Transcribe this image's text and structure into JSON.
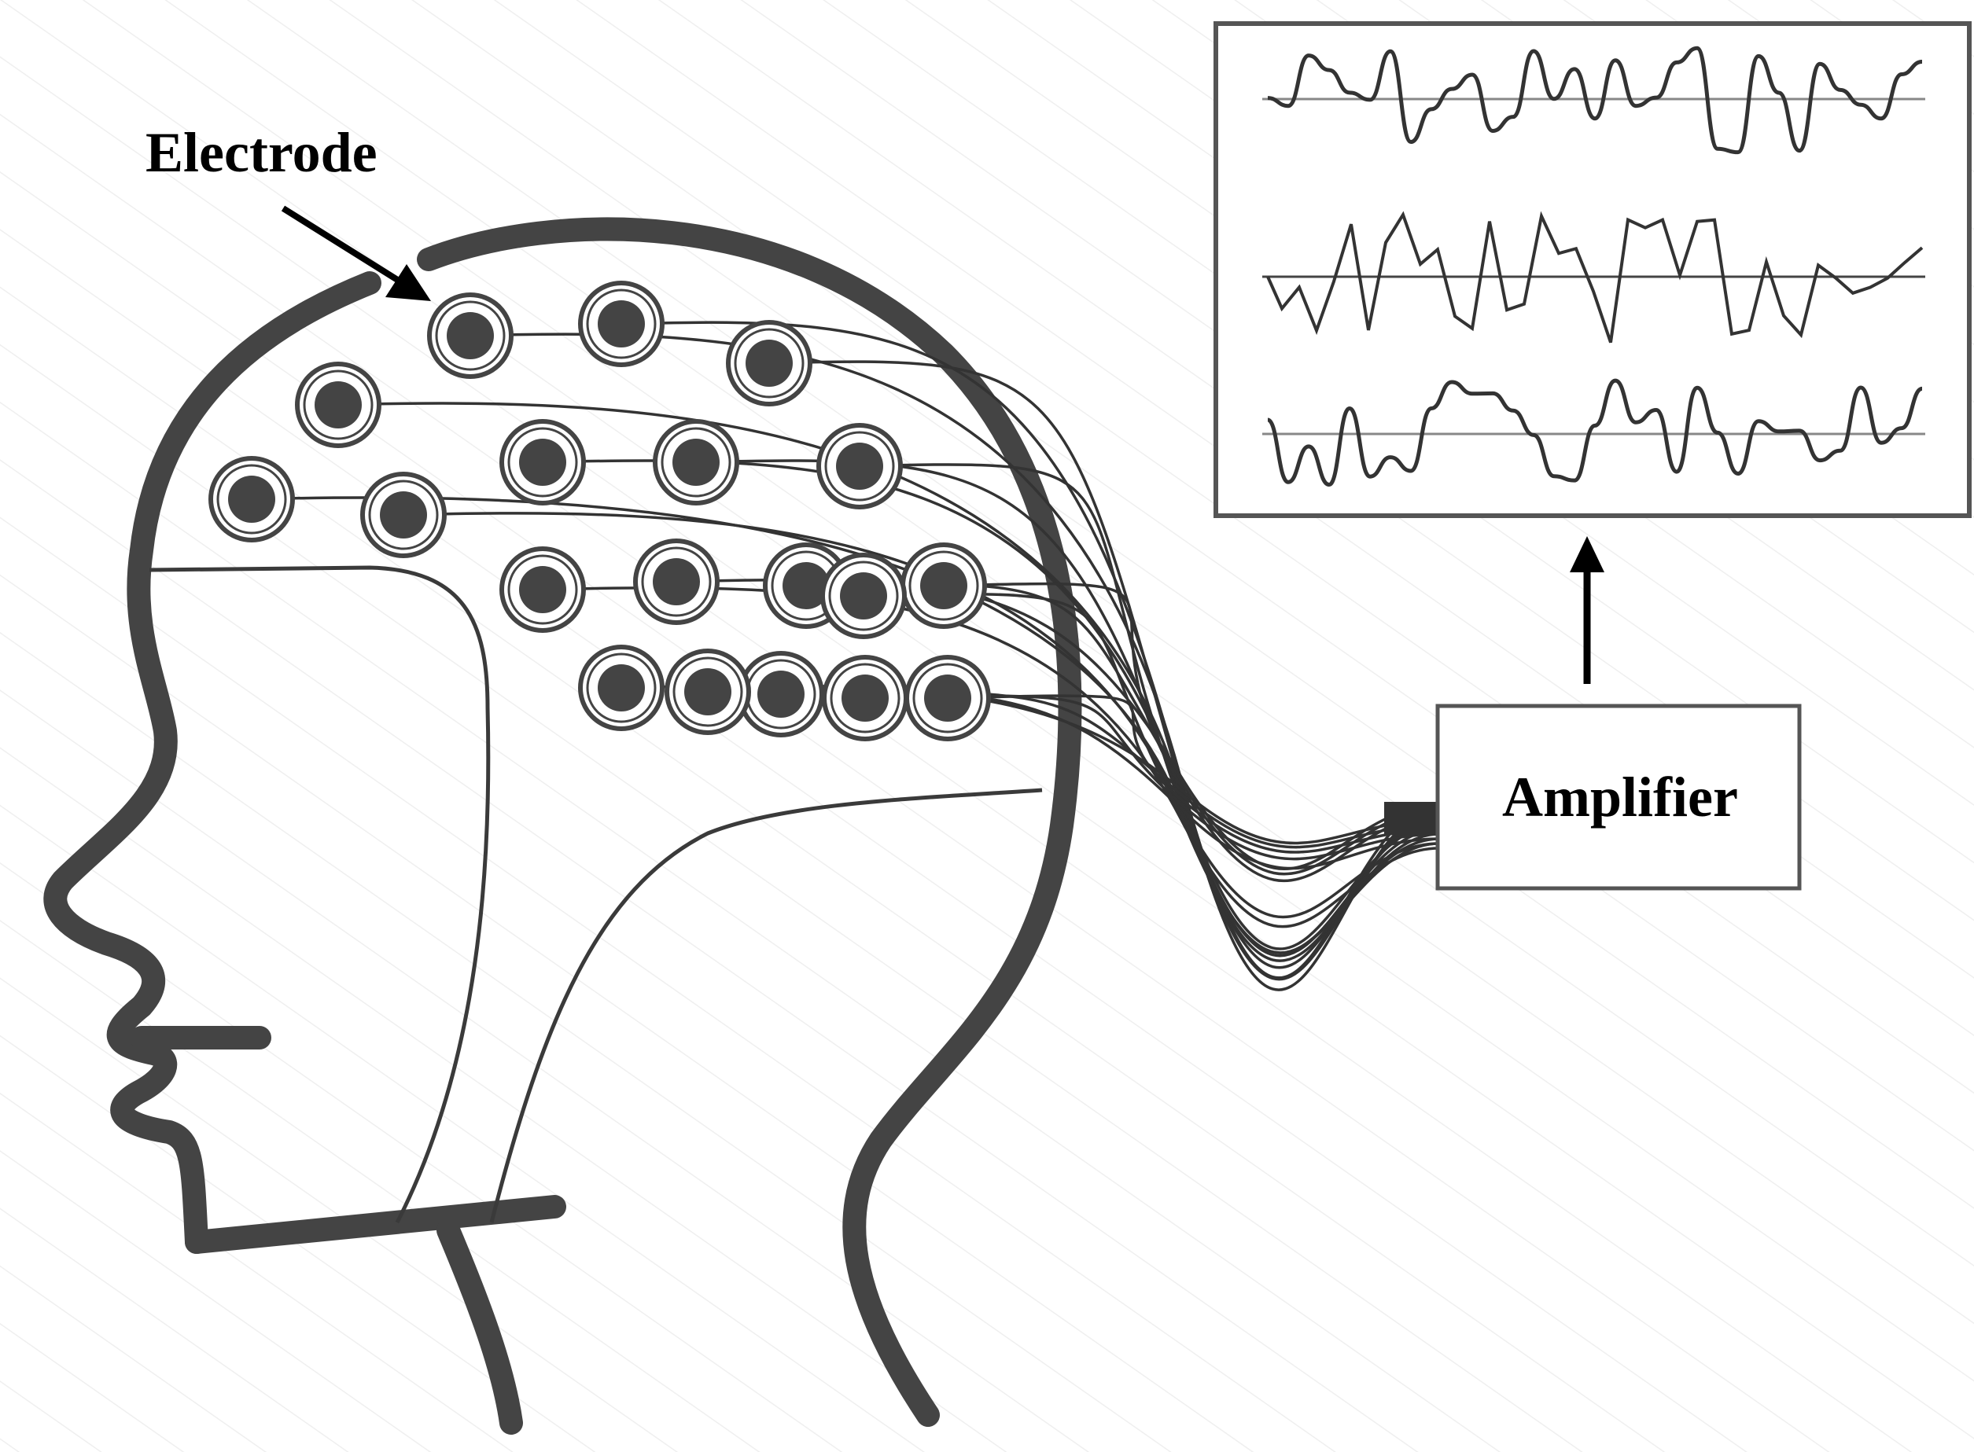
{
  "labels": {
    "electrode": "Electrode",
    "amplifier": "Amplifier"
  },
  "colors": {
    "outline": "#444444",
    "electrode_fill": "#444444",
    "wire": "#333333",
    "box_border": "#555555",
    "background_hatch": "#eeeeee",
    "text": "#000000"
  },
  "electrode_count": 19,
  "signal_traces": 3
}
